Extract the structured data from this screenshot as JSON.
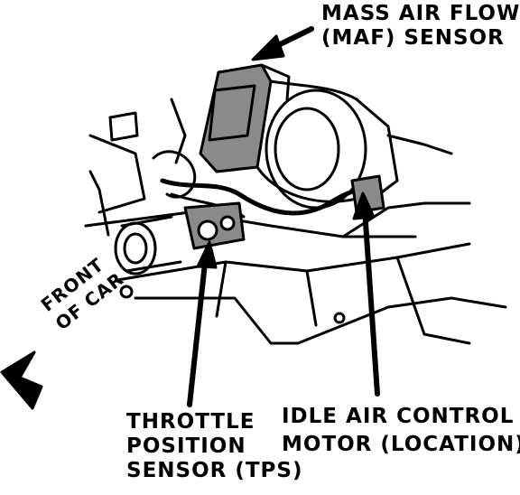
{
  "labels": {
    "maf": {
      "line1": "MASS AIR FLOW",
      "line2": "(MAF) SENSOR"
    },
    "tps": {
      "line1": "THROTTLE",
      "line2": "POSITION",
      "line3": "SENSOR (TPS)"
    },
    "iac": {
      "line1": "IDLE AIR CONTROL",
      "line2": "MOTOR (LOCATION)"
    },
    "front": {
      "line1": "FRONT",
      "line2": "OF CAR"
    }
  },
  "colors": {
    "ink": "#000000",
    "paper": "#ffffff",
    "shade": "#8a8a8a"
  }
}
